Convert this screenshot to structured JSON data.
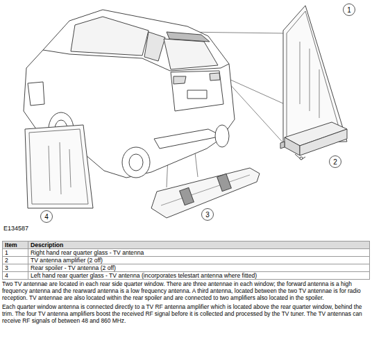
{
  "diagram": {
    "nodes": [
      {
        "text": [
          "1"
        ]
      },
      {
        "text": [
          "2"
        ]
      },
      {
        "text": [
          "3"
        ]
      },
      {
        "text": [
          "4"
        ]
      }
    ],
    "edges": [],
    "labels": [
      "E134587",
      "Item",
      "Description",
      "1",
      "Right hand rear quarter glass - TV antenna",
      "2",
      "TV antenna amplifier (2 off)",
      "3",
      "Rear spoiler - TV antenna (2 off)",
      "4",
      "Left hand rear quarter glass - TV antenna (incorporates telestart antenna where fitted)",
      "Two TV antennae are located in each rear side quarter window. There are three antennae in each window; the forward antenna is a high frequency antenna and the rearward antenna is a low frequency antenna. A third antenna, located between the two TV antennae is for radio reception. TV antennae are also located within the rear spoiler and are connected to two amplifiers also located in the spoiler.",
      "Each quarter window antenna is connected directly to a TV RF antenna amplifier which is located above the rear quarter window, behind the trim. The four TV antenna amplifiers boost the received RF signal before it is collected and processed by the TV tuner. The TV antennas can receive RF signals of between 48 and 860 MHz."
    ]
  }
}
